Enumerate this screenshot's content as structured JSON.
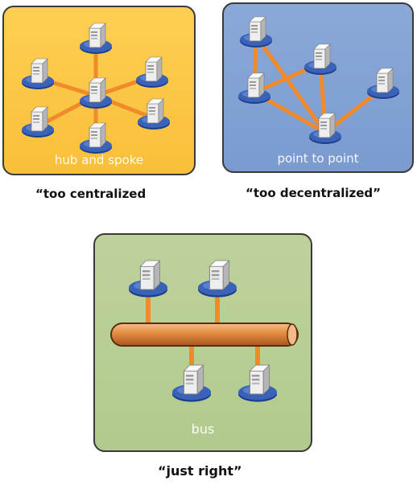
{
  "panels": [
    {
      "title": "hub and spoke",
      "caption": "“too centralized",
      "color": "#f8bf3a"
    },
    {
      "title": "point to point",
      "caption": "“too decentralized”",
      "color": "#7b9bd0"
    },
    {
      "title": "bus",
      "caption": "“just right”",
      "color": "#b2ca8e"
    }
  ],
  "colors": {
    "link": "#f08a2a",
    "node_disc": "#3a62b8",
    "bus_pipe": "#e38b3f"
  },
  "icons": [
    "server-computer-icon"
  ]
}
